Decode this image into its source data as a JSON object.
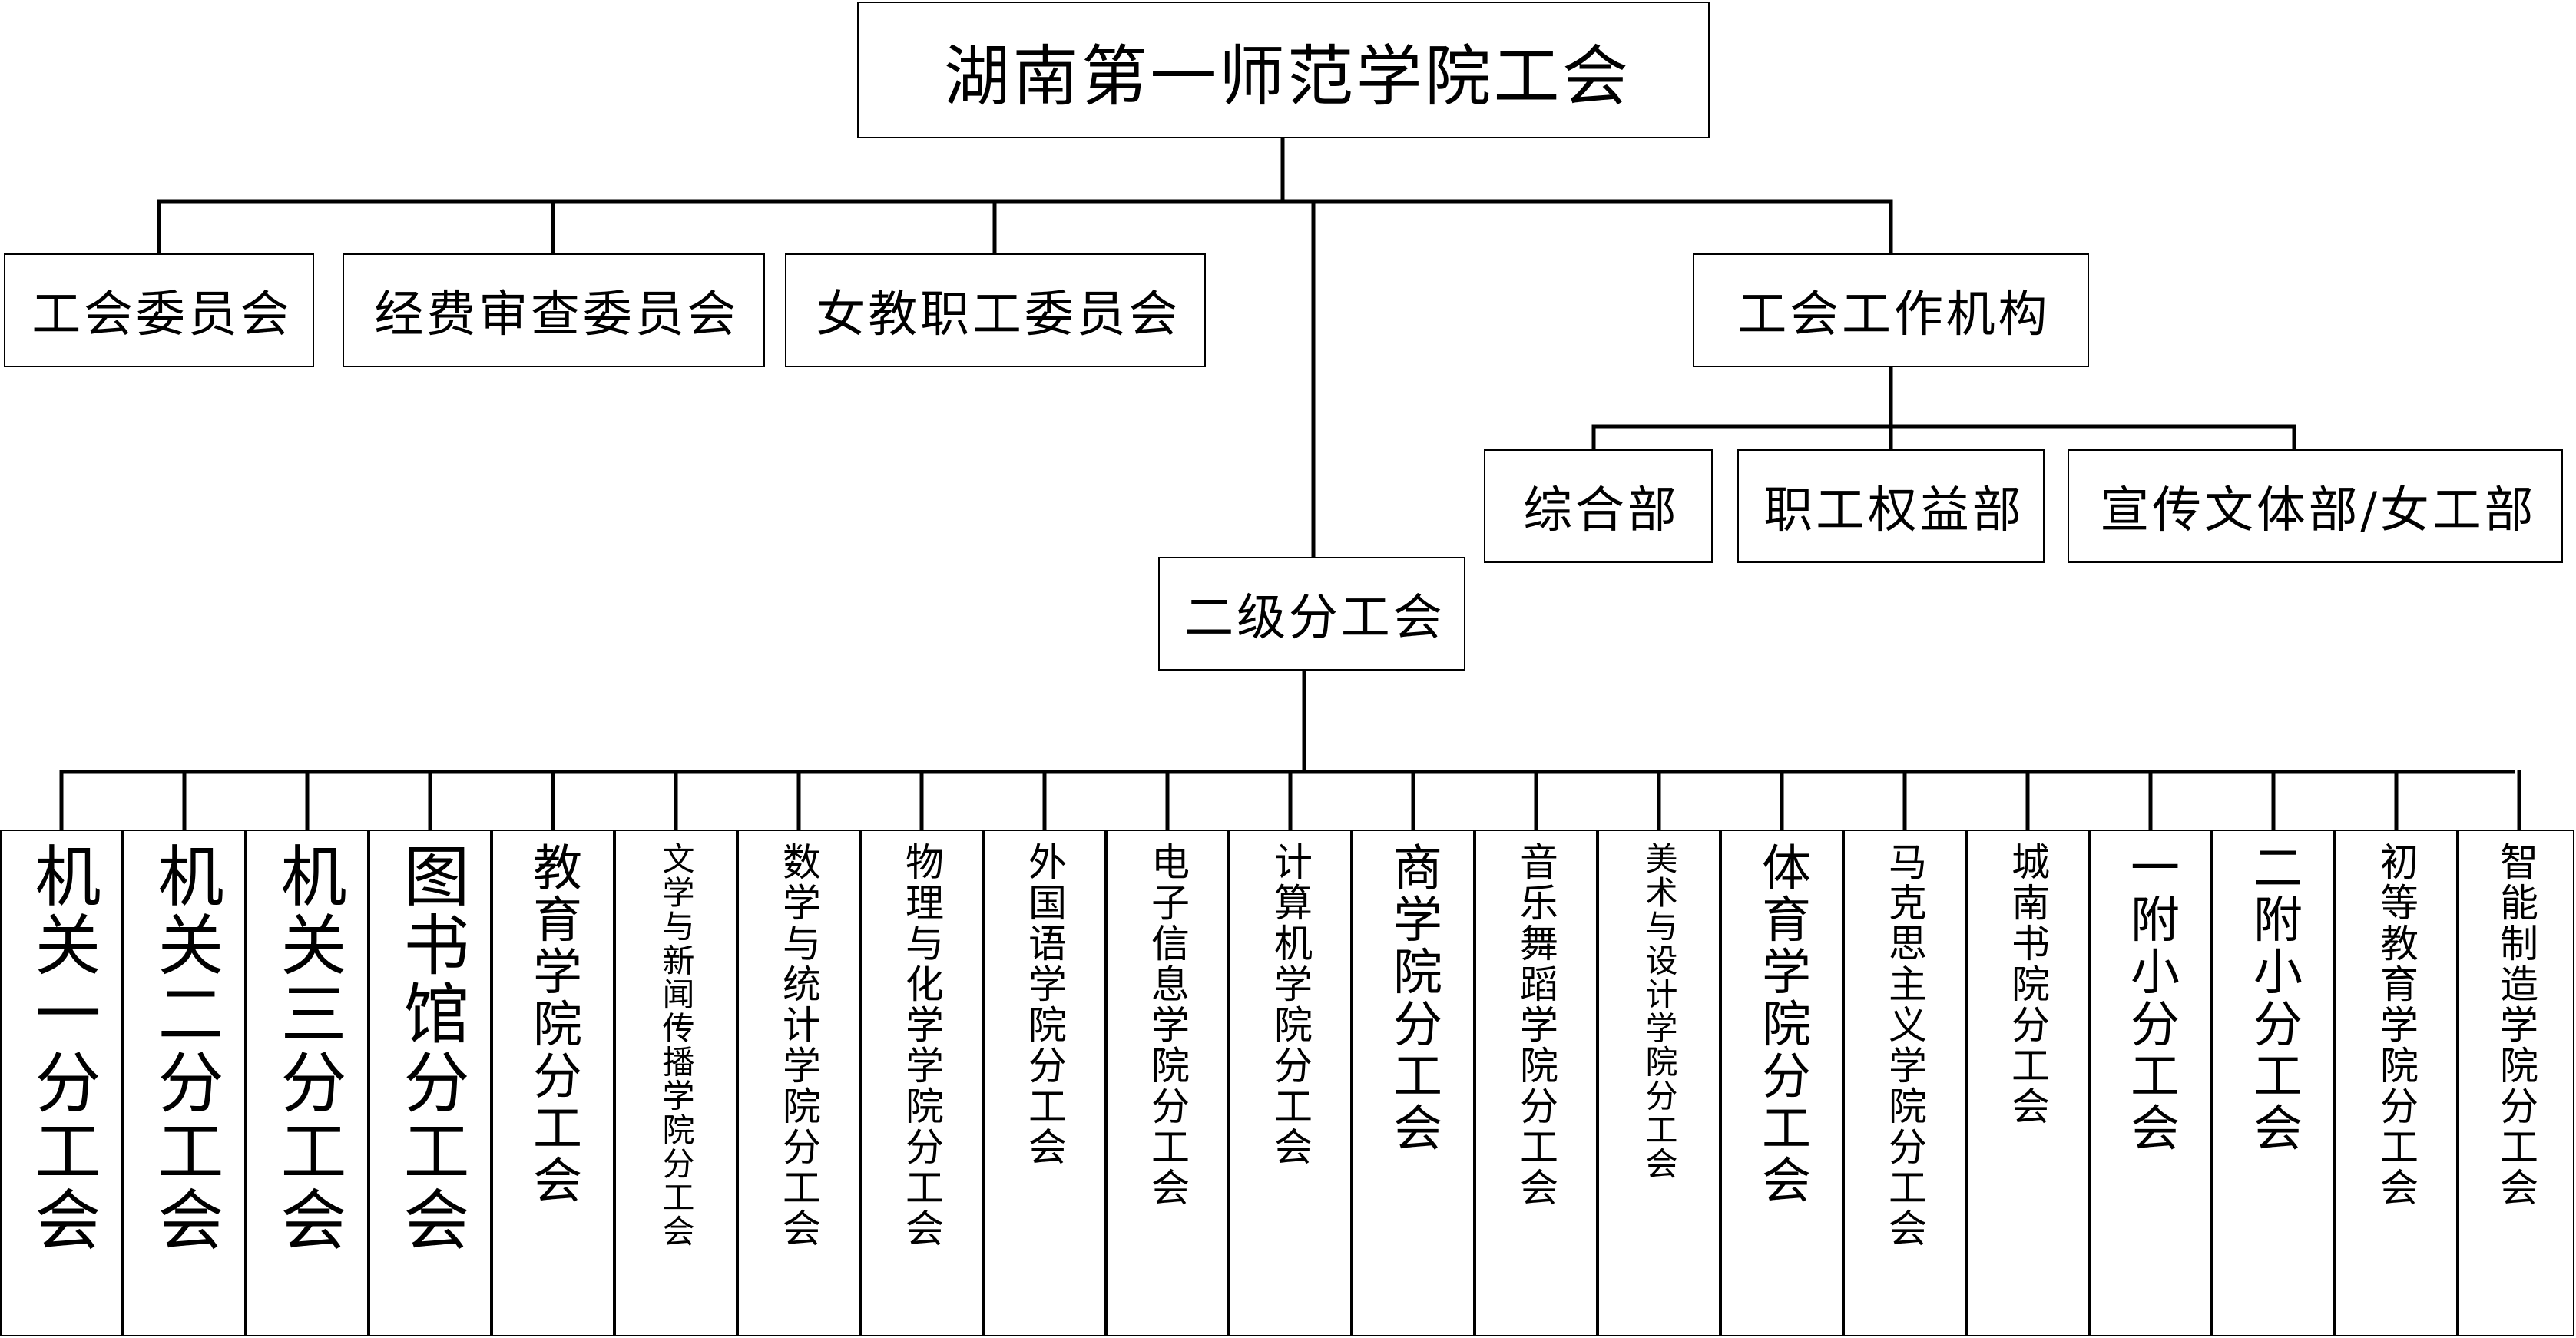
{
  "root": {
    "label": "湖南第一师范学院工会"
  },
  "committees": [
    {
      "label": "工会委员会"
    },
    {
      "label": "经费审查委员会"
    },
    {
      "label": "女教职工委员会"
    }
  ],
  "working_body": {
    "label": "工会工作机构",
    "departments": [
      {
        "label": "综合部"
      },
      {
        "label": "职工权益部"
      },
      {
        "label": "宣传文体部/女工部"
      }
    ]
  },
  "branch_unions": {
    "label": "二级分工会",
    "items": [
      {
        "label": "机关一分工会"
      },
      {
        "label": "机关二分工会"
      },
      {
        "label": "机关三分工会"
      },
      {
        "label": "图书馆分工会"
      },
      {
        "label": "教育学院分工会"
      },
      {
        "label": "文学与新闻传播学院分工会"
      },
      {
        "label": "数学与统计学院分工会"
      },
      {
        "label": "物理与化学学院分工会"
      },
      {
        "label": "外国语学院分工会"
      },
      {
        "label": "电子信息学院分工会"
      },
      {
        "label": "计算机学院分工会"
      },
      {
        "label": "商学院分工会"
      },
      {
        "label": "音乐舞蹈学院分工会"
      },
      {
        "label": "美术与设计学院分工会"
      },
      {
        "label": "体育学院分工会"
      },
      {
        "label": "马克思主义学院分工会"
      },
      {
        "label": "城南书院分工会"
      },
      {
        "label": "一附小分工会"
      },
      {
        "label": "二附小分工会"
      },
      {
        "label": "初等教育学院分工会"
      },
      {
        "label": "智能制造学院分工会"
      }
    ]
  },
  "colors": {
    "line": "#000000",
    "box_border": "#000000",
    "background": "#ffffff",
    "text": "#000000"
  }
}
